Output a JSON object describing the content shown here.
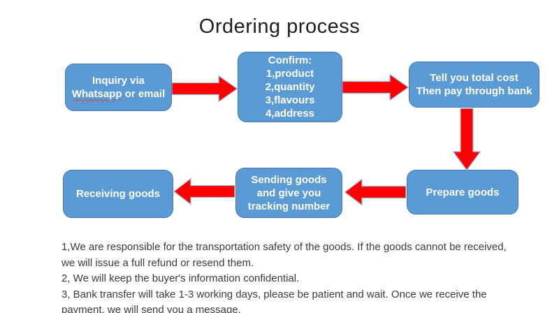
{
  "title": "Ordering process",
  "colors": {
    "box_fill": "#5B9BD5",
    "box_border": "#4577B5",
    "arrow_fill": "#FF0000",
    "arrow_outline": "#9DC3E6",
    "spellcheck_underline": "#E03C31"
  },
  "flowchart": {
    "steps": [
      {
        "id": "inquiry",
        "line1": "Inquiry via",
        "line2_word": "Whatsapp",
        "line2_rest": " or email"
      },
      {
        "id": "confirm",
        "lines": [
          "Confirm:",
          "1,product",
          "2,quantity",
          "3,flavours",
          "4,address"
        ]
      },
      {
        "id": "total-cost",
        "lines": [
          "Tell you total cost",
          "Then pay through bank"
        ]
      },
      {
        "id": "prepare-goods",
        "lines": [
          "Prepare goods"
        ]
      },
      {
        "id": "sending-goods",
        "lines": [
          "Sending goods",
          "and give you",
          "tracking number"
        ]
      },
      {
        "id": "receiving-goods",
        "lines": [
          "Receiving goods"
        ]
      }
    ],
    "arrow_directions": [
      "right",
      "right",
      "down",
      "left",
      "left"
    ]
  },
  "notes": {
    "lines": [
      "1,We are responsible for the transportation safety of the goods. If the goods cannot be received,",
      "we will issue a full refund or resend them.",
      "2, We will keep the buyer's information confidential.",
      "3, Bank transfer will take 1-3 working days, please be patient and wait. Once we receive the",
      "payment, we will send you a message."
    ]
  }
}
